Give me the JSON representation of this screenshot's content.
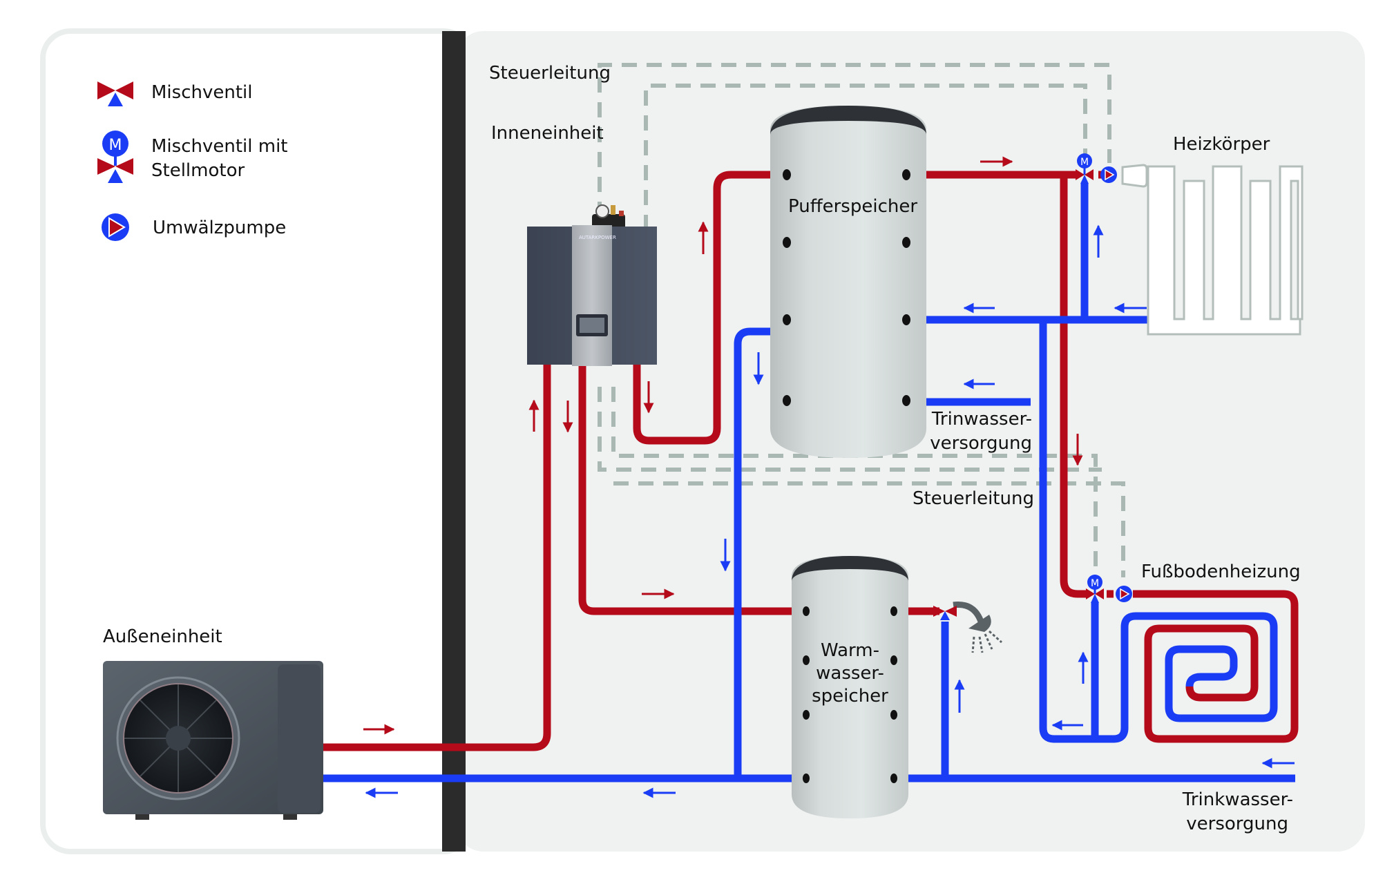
{
  "legend": {
    "items": [
      {
        "icon": "mixing-valve-icon",
        "label": "Mischventil"
      },
      {
        "icon": "motorized-mixing-valve-icon",
        "label_line1": "Mischventil mit",
        "label_line2": "Stellmotor",
        "motor_letter": "M"
      },
      {
        "icon": "circulation-pump-icon",
        "label": "Umwälzpumpe"
      }
    ]
  },
  "labels": {
    "control_line_top": "Steuerleitung",
    "indoor_unit": "Inneneinheit",
    "buffer_tank": "Pufferspeicher",
    "radiator": "Heizkörper",
    "drinking_water_mid_1": "Trinwasser-",
    "drinking_water_mid_2": "versorgung",
    "control_line_mid": "Steuerleitung",
    "floor_heating": "Fußbodenheizung",
    "hot_water_tank_1": "Warm-",
    "hot_water_tank_2": "wasser-",
    "hot_water_tank_3": "speicher",
    "outdoor_unit": "Außeneinheit",
    "drinking_water_bottom_1": "Trinkwasser-",
    "drinking_water_bottom_2": "versorgung"
  },
  "colors": {
    "hot_pipe": "#b50a1a",
    "cold_pipe": "#1a3cf5",
    "control_line": "#a9b8b3",
    "wall": "#2b2b2b",
    "indoor_bg": "#eff2f1",
    "outdoor_bg": "#ffffff"
  }
}
